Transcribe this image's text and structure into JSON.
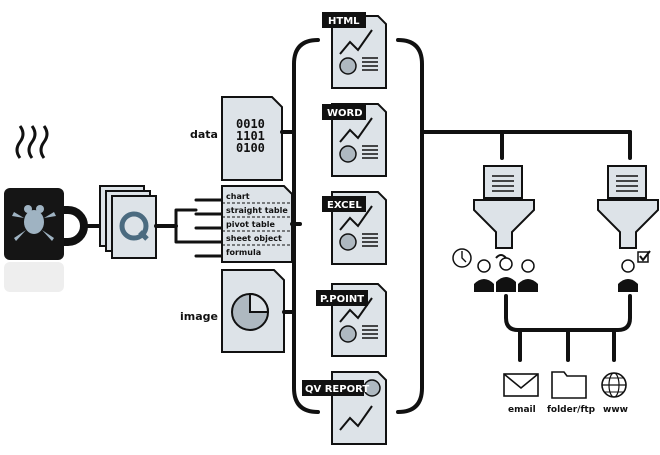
{
  "labels": {
    "data": "data",
    "image": "image",
    "binary": [
      "0010",
      "1101",
      "0100"
    ],
    "objects": [
      "chart",
      "straight table",
      "pivot table",
      "sheet object",
      "formula"
    ],
    "formats": [
      "HTML",
      "WORD",
      "EXCEL",
      "P.POINT",
      "QV REPORT"
    ],
    "outputs": [
      "email",
      "folder/ftp",
      "www"
    ]
  }
}
